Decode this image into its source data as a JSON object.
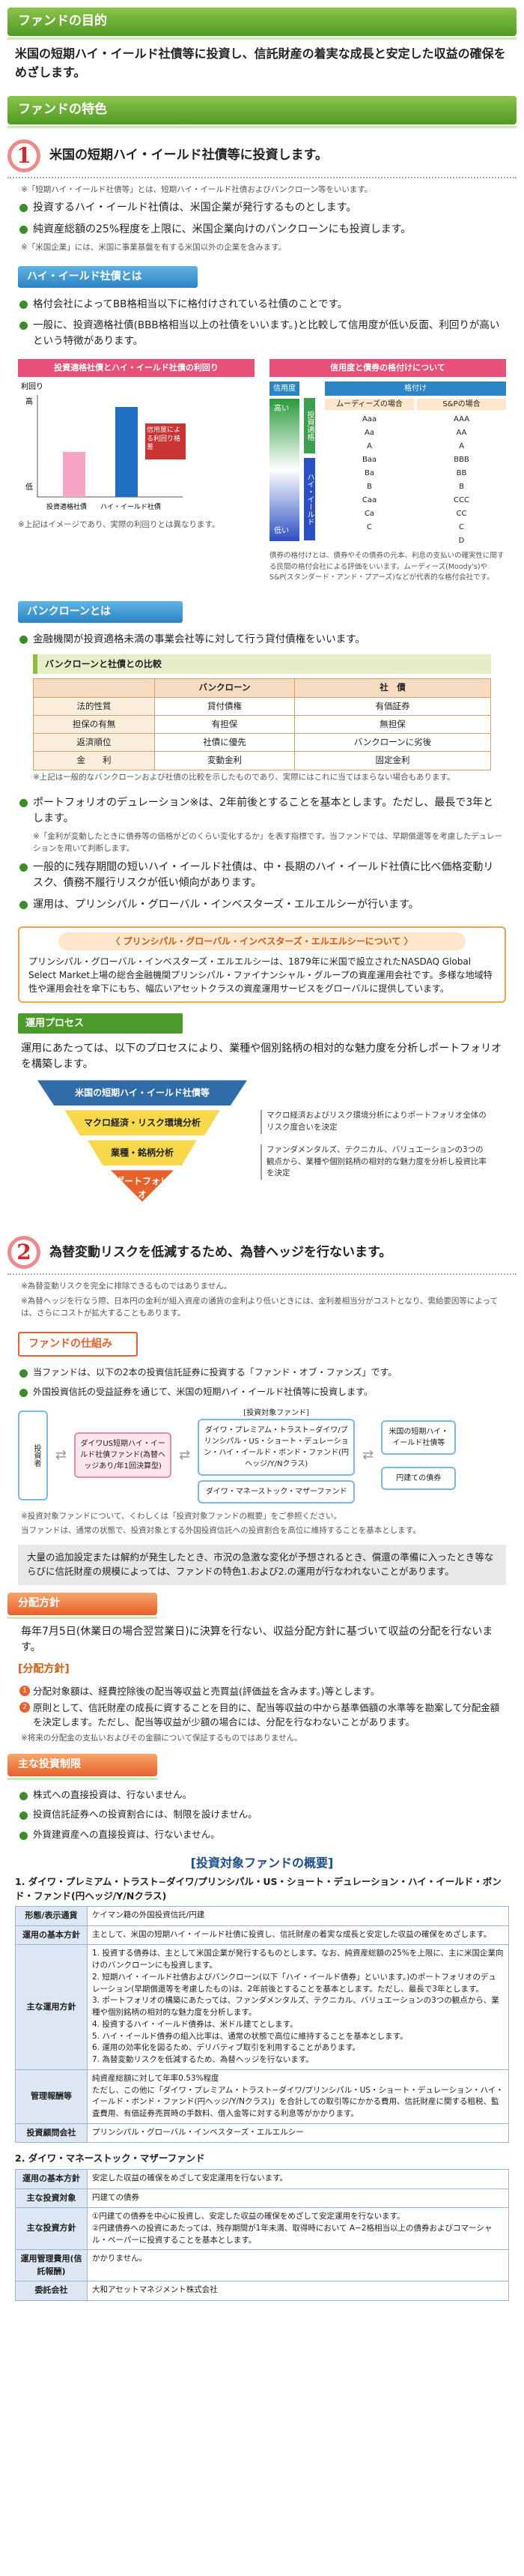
{
  "purpose": {
    "title": "ファンドの目的",
    "text": "米国の短期ハイ・イールド社債等に投資し、信託財産の着実な成長と安定した収益の確保をめざします。"
  },
  "features": {
    "title": "ファンドの特色"
  },
  "f1": {
    "num": "1",
    "heading": "米国の短期ハイ・イールド社債等に投資します。",
    "note": "※「短期ハイ・イールド社債等」とは、短期ハイ・イールド社債およびバンクローン等をいいます。",
    "b1": "投資するハイ・イールド社債は、米国企業が発行するものとします。",
    "b2": "純資産総額の25%程度を上限に、米国企業向けのバンクローンにも投資します。",
    "b2note": "※「米国企業」には、米国に事業基盤を有する米国以外の企業を含みます。"
  },
  "hy": {
    "title": "ハイ・イールド社債とは",
    "b1": "格付会社によってBB格相当以下に格付けされている社債のことです。",
    "b2": "一般に、投資適格社債(BBB格相当以上の社債をいいます。)と比較して信用度が低い反面、利回りが高いという特徴があります。"
  },
  "chart_data": {
    "type": "bar",
    "title": "投資適格社債とハイ・イールド社債の利回り",
    "categories": [
      "投資適格社債",
      "ハイ・イールド社債"
    ],
    "values": [
      1,
      2
    ],
    "ylabel": "利回り",
    "ytop": "高",
    "ybottom": "低",
    "annotation": "信用度による利回り格差",
    "note": "※上記はイメージであり、実際の利回りとは異なります。"
  },
  "rating": {
    "title": "信用度と債券の格付けについて",
    "col1": "信用度",
    "col2": "格付け",
    "moodys": "ムーディーズの場合",
    "sp": "S&Pの場合",
    "rowsM": [
      "Aaa",
      "Aa",
      "A",
      "Baa",
      "Ba",
      "B",
      "Caa",
      "Ca",
      "C"
    ],
    "rowsS": [
      "AAA",
      "AA",
      "A",
      "BBB",
      "BB",
      "B",
      "CCC",
      "CC",
      "C",
      "D"
    ],
    "high": "高い",
    "low": "低い",
    "ig": "投資適格",
    "hy": "ハイ・イールド",
    "note": "債券の格付けとは、債券やその債券の元本、利息の支払いの確実性に関する民間の格付会社による評価をいいます。ムーディーズ(Moody's)やS&P(スタンダード・アンド・プアーズ)などが代表的な格付会社です。"
  },
  "bl": {
    "title": "バンクローンとは",
    "b1": "金融機関が投資適格未満の事業会社等に対して行う貸付債権をいいます。",
    "cmp": "バンクローンと社債との比較",
    "th": [
      "",
      "バンクローン",
      "社　債"
    ],
    "rows": [
      [
        "法的性質",
        "貸付債権",
        "有価証券"
      ],
      [
        "担保の有無",
        "有担保",
        "無担保"
      ],
      [
        "返済順位",
        "社債に優先",
        "バンクローンに劣後"
      ],
      [
        "金　　利",
        "変動金利",
        "固定金利"
      ]
    ],
    "note": "※上記は一般的なバンクローンおよび社債の比較を示したものであり、実際にはこれに当てはまらない場合もあります。"
  },
  "dur": {
    "b1": "ポートフォリオのデュレーション※は、2年前後とすることを基本とします。ただし、最長で3年とします。",
    "n1": "※「金利が変動したときに債券等の価格がどのくらい変化するか」を表す指標です。当ファンドでは、早期償還等を考慮したデュレーションを用いて判断します。",
    "b2": "一般的に残存期間の短いハイ・イールド社債は、中・長期のハイ・イールド社債に比べ価格変動リスク、債務不履行リスクが低い傾向があります。",
    "b3": "運用は、プリンシパル・グローバル・インベスターズ・エルエルシーが行います。"
  },
  "prin": {
    "title": "〈 プリンシパル・グローバル・インベスターズ・エルエルシーについて 〉",
    "text": "プリンシパル・グローバル・インベスターズ・エルエルシーは、1879年に米国で設立されたNASDAQ Global Select Market上場の総合金融機関プリンシパル・ファイナンシャル・グループの資産運用会社です。多様な地域特性や運用会社を傘下にもち、幅広いアセットクラスの資産運用サービスをグローバルに提供しています。"
  },
  "proc": {
    "title": "運用プロセス",
    "text": "運用にあたっては、以下のプロセスにより、業種や個別銘柄の相対的な魅力度を分析しポートフォリオを構築します。",
    "s1": "米国の短期ハイ・イールド社債等",
    "s2": "マクロ経済・リスク環境分析",
    "s3": "業種・銘柄分析",
    "s4": "ポートフォリオ",
    "r1": "マクロ経済およびリスク環境分析によりポートフォリオ全体のリスク度合いを決定",
    "r2": "ファンダメンタルズ、テクニカル、バリュエーションの3つの観点から、業種や個別銘柄の相対的な魅力度を分析し投資比率を決定"
  },
  "f2": {
    "num": "2",
    "heading": "為替変動リスクを低減するため、為替ヘッジを行ないます。",
    "n1": "※為替変動リスクを完全に排除できるものではありません。",
    "n2": "※為替ヘッジを行なう際、日本円の金利が組入資産の通貨の金利より低いときには、金利差相当分がコストとなり、需給要因等によっては、さらにコストが拡大することもあります。"
  },
  "scheme": {
    "title": "ファンドの仕組み",
    "b1": "当ファンドは、以下の2本の投資信託証券に投資する「ファンド・オブ・ファンズ」です。",
    "b2": "外国投資信託の受益証券を通じて、米国の短期ハイ・イールド社債等に投資します。",
    "investor": "投資者",
    "fund": "ダイワUS短期ハイ・イールド社債ファンド(為替ヘッジあり/年1回決算型)",
    "inv_funds": "[投資対象ファンド]",
    "f_a": "ダイワ・プレミアム・トラスト−ダイワ/プリンシパル・US・ショート・デュレーション・ハイ・イールド・ボンド・ファンド(円ヘッジ/Y/Nクラス)",
    "f_b": "ダイワ・マネーストック・マザーファンド",
    "target": "米国の短期ハイ・イールド社債等",
    "yen": "円建ての債券",
    "n1": "※投資対象ファンドについて、くわしくは「投資対象ファンドの概要」をご参照ください。",
    "n2": "当ファンドは、通常の状態で、投資対象とする外国投資信託への投資割合を高位に維持することを基本とします。"
  },
  "risk": {
    "text": "大量の追加設定または解約が発生したとき、市況の急激な変化が予想されるとき、償還の準備に入ったとき等ならびに信託財産の規模によっては、ファンドの特色1.および2.の運用が行なわれないことがあります。"
  },
  "dist": {
    "title": "分配方針",
    "text": "毎年7月5日(休業日の場合翌営業日)に決算を行ない、収益分配方針に基づいて収益の分配を行ないます。",
    "sub": "[分配方針]",
    "i1": "分配対象額は、経費控除後の配当等収益と売買益(評価益を含みます。)等とします。",
    "i2": "原則として、信託財産の成長に資することを目的に、配当等収益の中から基準価額の水準等を勘案して分配金額を決定します。ただし、配当等収益が少額の場合には、分配を行なわないことがあります。",
    "n": "※将来の分配金の支払いおよびその金額について保証するものではありません。"
  },
  "limits": {
    "title": "主な投資制限",
    "i1": "株式への直接投資は、行ないません。",
    "i2": "投資信託証券への投資割合には、制限を設けません。",
    "i3": "外貨建資産への直接投資は、行ないません。"
  },
  "overview": {
    "title": "[投資対象ファンドの概要]",
    "s1": "1. ダイワ・プレミアム・トラスト−ダイワ/プリンシパル・US・ショート・デュレーション・ハイ・イールド・ボンド・ファンド(円ヘッジ/Y/Nクラス)",
    "rows1": [
      [
        "形態/表示通貨",
        "ケイマン籍の外国投資信託/円建"
      ],
      [
        "運用の基本方針",
        "主として、米国の短期ハイ・イールド社債に投資し、信託財産の着実な成長と安定した収益の確保をめざします。"
      ],
      [
        "主な運用方針",
        "1. 投資する債券は、主として米国企業が発行するものとします。なお、純資産総額の25%を上限に、主に米国企業向けのバンクローンにも投資します。\n2. 短期ハイ・イールド社債およびバンクローン(以下「ハイ・イールド債券」といいます。)のポートフォリオのデュレーション(早期償還等を考慮したもの)は、2年前後とすることを基本とします。ただし、最長で3年とします。\n3. ポートフォリオの構築にあたっては、ファンダメンタルズ、テクニカル、バリュエーションの3つの観点から、業種や個別銘柄の相対的な魅力度を分析します。\n4. 投資するハイ・イールド債券は、米ドル建てとします。\n5. ハイ・イールド債券の組入比率は、通常の状態で高位に維持することを基本とします。\n6. 運用の効率化を図るため、デリバティブ取引を利用することがあります。\n7. 為替変動リスクを低減するため、為替ヘッジを行ないます。"
      ],
      [
        "管理報酬等",
        "純資産総額に対して年率0.53%程度\nただし、この他に「ダイワ・プレミアム・トラスト−ダイワ/プリンシパル・US・ショート・デュレーション・ハイ・イールド・ボンド・ファンド(円ヘッジ/Y/Nクラス)」を合計しての取引等にかかる費用、信託財産に関する租税、監査費用、有価証券売買時の手数料、借入金等に対する利息等がかかります。"
      ],
      [
        "投資顧問会社",
        "プリンシパル・グローバル・インベスターズ・エルエルシー"
      ]
    ],
    "s2": "2. ダイワ・マネーストック・マザーファンド",
    "rows2": [
      [
        "運用の基本方針",
        "安定した収益の確保をめざして安定運用を行ないます。"
      ],
      [
        "主な投資対象",
        "円建ての債券"
      ],
      [
        "主な投資方針",
        "①円建ての債券を中心に投資し、安定した収益の確保をめざして安定運用を行ないます。\n②円建債券への投資にあたっては、残存期間が1年未満、取得時において A−2格相当以上の債券およびコマーシャル・ペーパーに投資することを基本とします。"
      ],
      [
        "運用管理費用(信託報酬)",
        "かかりません。"
      ],
      [
        "委託会社",
        "大和アセットマネジメント株式会社"
      ]
    ]
  }
}
